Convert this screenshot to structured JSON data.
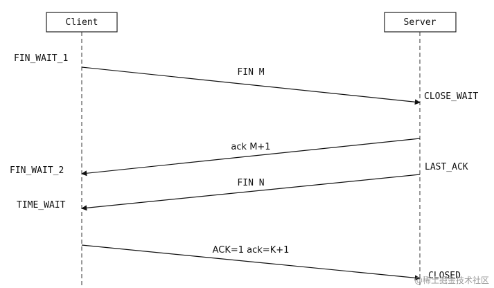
{
  "actors": {
    "client": "Client",
    "server": "Server"
  },
  "states": {
    "fin_wait_1": "FIN_WAIT_1",
    "close_wait": "CLOSE_WAIT",
    "fin_wait_2": "FIN_WAIT_2",
    "last_ack": "LAST_ACK",
    "time_wait": "TIME_WAIT",
    "closed": "CLOSED"
  },
  "messages": [
    {
      "label": "FIN M",
      "from": "client",
      "to": "server"
    },
    {
      "label": "ack M+1",
      "from": "server",
      "to": "client"
    },
    {
      "label": "FIN N",
      "from": "server",
      "to": "client"
    },
    {
      "label": "ACK=1 ack=K+1",
      "from": "client",
      "to": "server"
    }
  ],
  "watermark": "@稀土掘金技术社区"
}
